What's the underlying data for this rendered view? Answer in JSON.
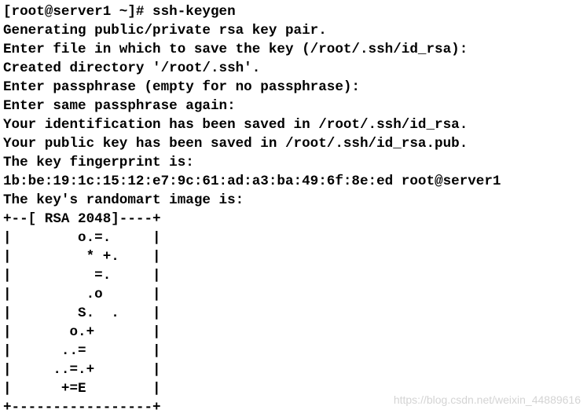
{
  "terminal": {
    "lines": [
      "[root@server1 ~]# ssh-keygen",
      "Generating public/private rsa key pair.",
      "Enter file in which to save the key (/root/.ssh/id_rsa):",
      "Created directory '/root/.ssh'.",
      "Enter passphrase (empty for no passphrase):",
      "Enter same passphrase again:",
      "Your identification has been saved in /root/.ssh/id_rsa.",
      "Your public key has been saved in /root/.ssh/id_rsa.pub.",
      "The key fingerprint is:",
      "1b:be:19:1c:15:12:e7:9c:61:ad:a3:ba:49:6f:8e:ed root@server1",
      "The key's randomart image is:",
      "+--[ RSA 2048]----+",
      "|        o.=.     |",
      "|         * +.    |",
      "|          =.     |",
      "|         .o      |",
      "|        S.  .    |",
      "|       o.+       |",
      "|      ..=        |",
      "|     ..=.+       |",
      "|      +=E        |",
      "+-----------------+"
    ]
  },
  "watermark": "https://blog.csdn.net/weixin_44889616"
}
